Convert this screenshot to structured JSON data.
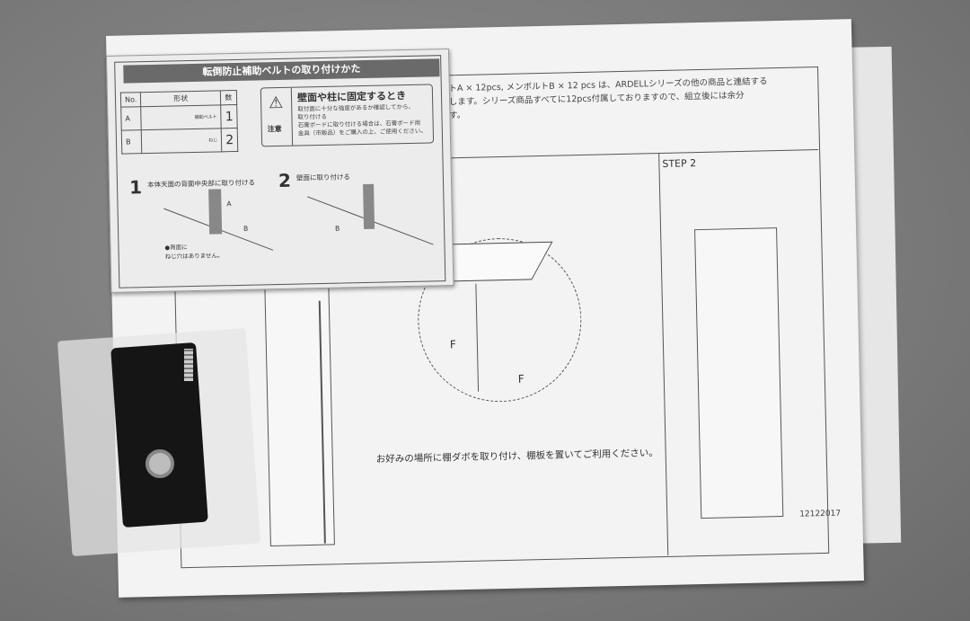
{
  "main_sheet": {
    "note_lines": [
      "トA × 12pcs, メンボルトB × 12 pcs は、ARDELLシリーズの他の商品と連結する",
      "します。シリーズ商品すべてに12pcs付属しておりますので、組立後には余分",
      "す。"
    ],
    "step2_label": "STEP 2",
    "callout_label_1": "F",
    "callout_label_2": "F",
    "caption": "お好みの場所に棚ダボを取り付け、棚板を置いてご利用ください。",
    "doc_code": "12122017"
  },
  "insert_sheet": {
    "title": "転倒防止補助ベルトの取り付けかた",
    "parts_table": {
      "headers": [
        "No.",
        "形状",
        "数"
      ],
      "rows": [
        {
          "no": "A",
          "name": "補助ベルト",
          "qty": "1"
        },
        {
          "no": "B",
          "name": "ねじ",
          "qty": "2"
        }
      ]
    },
    "warning": {
      "icon": "warning-triangle-icon",
      "label": "注意",
      "title": "壁面や柱に固定するとき",
      "body": "取付面に十分な強度があるか確認してから、\n取り付ける\n石膏ボードに取り付ける場合は、石膏ボード用\n金具（市販品）をご購入の上、ご使用ください。"
    },
    "step1": {
      "num": "1",
      "text": "本体天面の背面中央部に取り付ける",
      "note": "●背面に\nねじ穴はありません。",
      "label_a": "A",
      "label_b": "B"
    },
    "step2": {
      "num": "2",
      "text": "壁面に取り付ける",
      "label_b": "B"
    }
  }
}
